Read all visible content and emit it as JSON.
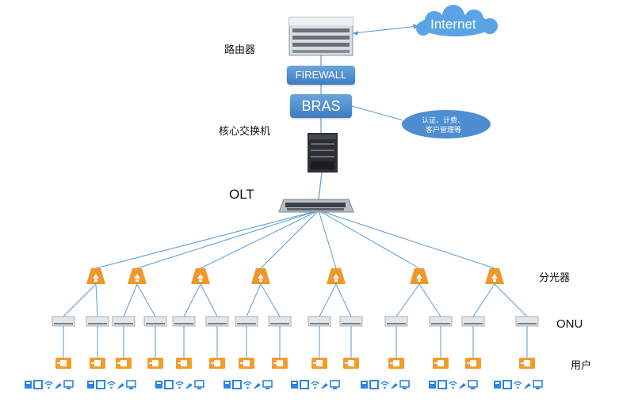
{
  "nodes": {
    "internet": "Internet",
    "router": "路由器",
    "firewall": "FIREWALL",
    "bras": "BRAS",
    "auth_line1": "认证、计费、",
    "auth_line2": "客户管理等",
    "core_switch": "核心交换机",
    "olt": "OLT",
    "splitter": "分光器",
    "onu": "ONU",
    "user": "用户"
  },
  "colors": {
    "link": "#5b9bd5",
    "box": "#4a8bcf",
    "splitter": "#f0962a",
    "user_port": "#f39c2c",
    "terminal_icon": "#2e86de"
  },
  "icons": [
    "router-device",
    "core-switch-device",
    "olt-device",
    "splitter-icon",
    "onu-device",
    "user-port-icon",
    "pc-icon",
    "tablet-icon",
    "wifi-icon",
    "phone-icon",
    "monitor-icon"
  ],
  "topology": {
    "splitter_count": 7,
    "onu_count": 14,
    "user_group_count": 8
  }
}
